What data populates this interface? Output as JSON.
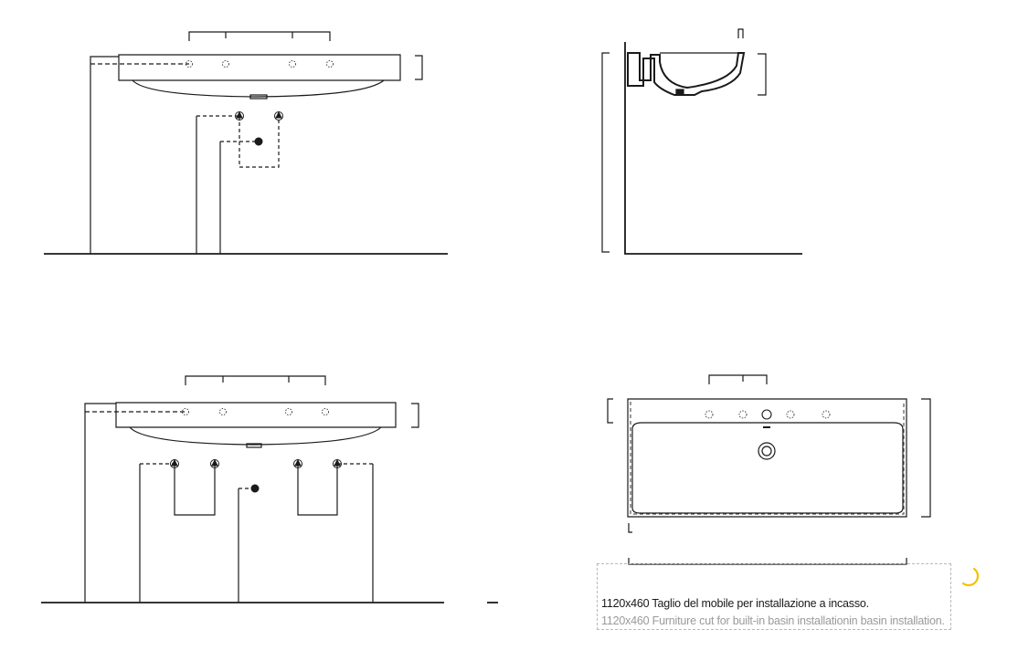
{
  "note": {
    "italian": "1120x460 Taglio del mobile per installazione a incasso.",
    "english": "1120x460 Furniture cut for built-in basin installationin basin installation."
  },
  "colors": {
    "line": "#1a1a1a",
    "hidden": "#555555",
    "note_border": "#b8b8b8",
    "note_secondary": "#9a9a9a",
    "spinner": "#f2c200"
  },
  "views": [
    {
      "name": "front-elevation-single-trap"
    },
    {
      "name": "side-section"
    },
    {
      "name": "front-elevation-double-trap"
    },
    {
      "name": "plan-view"
    }
  ]
}
